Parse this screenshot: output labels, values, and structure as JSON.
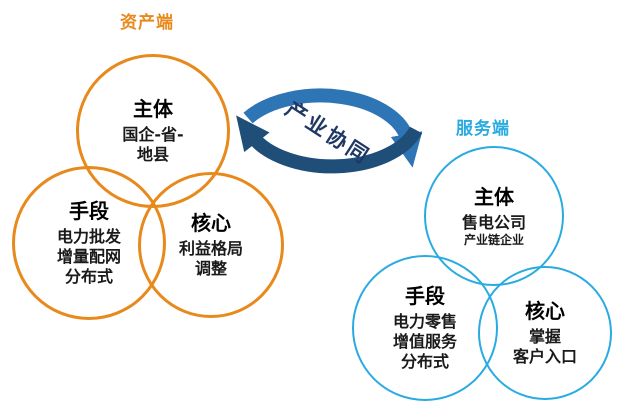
{
  "colors": {
    "asset": "#E8891C",
    "service": "#29ABE2",
    "arrow-top": "#2E75B6",
    "arrow-bottom": "#1F4E79",
    "text": "#1a1a1a"
  },
  "center": {
    "label": "产业协同"
  },
  "asset": {
    "label": "资产端",
    "circles": {
      "subject": {
        "title": "主体",
        "line1": "国企-省-",
        "line2": "地县"
      },
      "means": {
        "title": "手段",
        "line1": "电力批发",
        "line2": "增量配网",
        "line3": "分布式"
      },
      "core": {
        "title": "核心",
        "line1": "利益格局",
        "line2": "调整"
      }
    }
  },
  "service": {
    "label": "服务端",
    "circles": {
      "subject": {
        "title": "主体",
        "line1": "售电公司",
        "line2": "产业链企业"
      },
      "means": {
        "title": "手段",
        "line1": "电力零售",
        "line2": "增值服务",
        "line3": "分布式"
      },
      "core": {
        "title": "核心",
        "line1": "掌握",
        "line2": "客户入口"
      }
    }
  }
}
